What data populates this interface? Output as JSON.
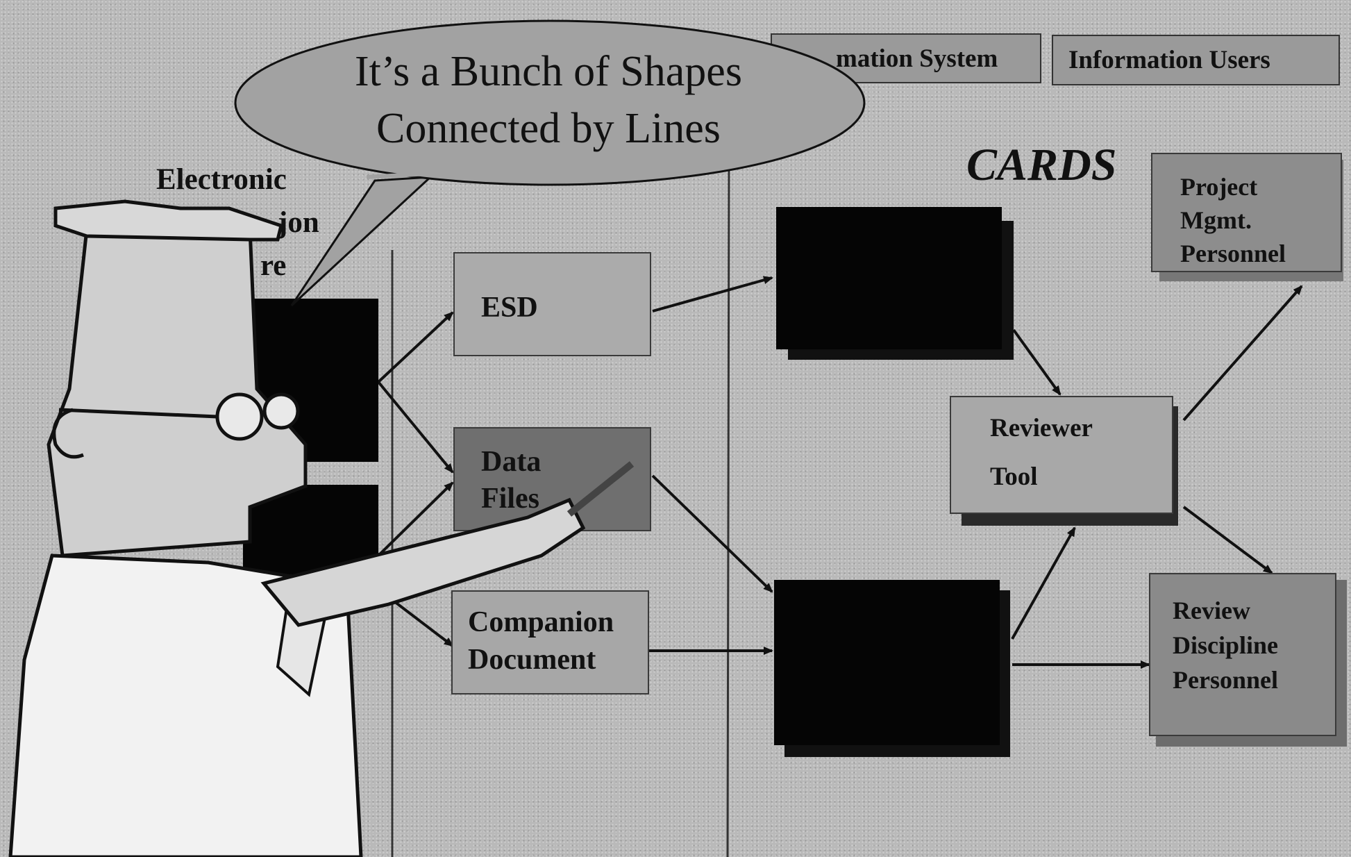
{
  "header_tabs": [
    "mation System",
    "Information Users"
  ],
  "speech_bubble": {
    "line1": "It’s a Bunch of Shapes",
    "line2": "Connected by Lines"
  },
  "left_title": {
    "line1": "Electronic",
    "line2": "jon",
    "line3": "re"
  },
  "cards_title": "CARDS",
  "nodes": {
    "esd": "ESD",
    "data_files_1": "Data",
    "data_files_2": "Files",
    "companion_1": "Companion",
    "companion_2": "Document",
    "reviewer_1": "Reviewer",
    "reviewer_2": "Tool",
    "project_1": "Project",
    "project_2": "Mgmt.",
    "project_3": "Personnel",
    "review_1": "Review",
    "review_2": "Discipline",
    "review_3": "Personnel"
  },
  "colors": {
    "background": "#b9b9b9",
    "box_fill": "#a9a9a9",
    "dark_box": "#050505",
    "line": "#111111"
  }
}
